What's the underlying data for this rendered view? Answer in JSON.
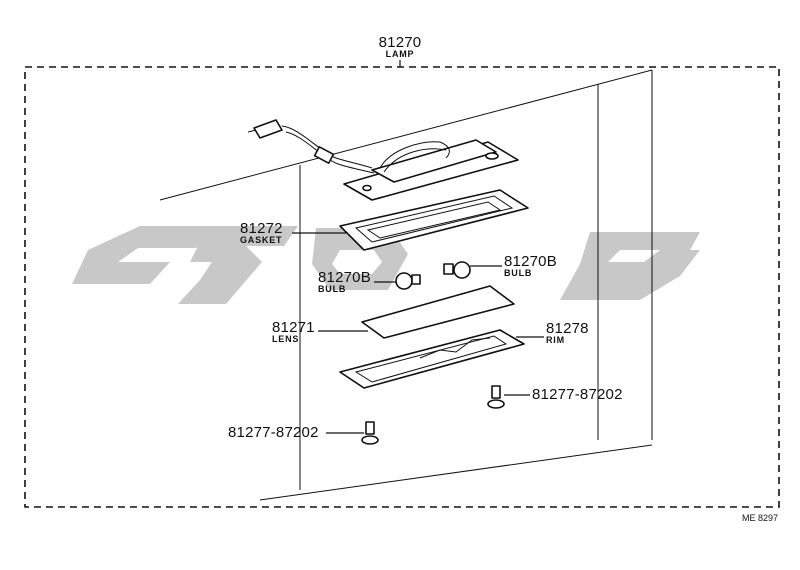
{
  "assembly": {
    "number": "81270",
    "name": "LAMP"
  },
  "callouts": [
    {
      "id": "gasket",
      "number": "81272",
      "name": "GASKET"
    },
    {
      "id": "bulb_left",
      "number": "81270B",
      "name": "BULB"
    },
    {
      "id": "bulb_right",
      "number": "81270B",
      "name": "BULB"
    },
    {
      "id": "lens",
      "number": "81271",
      "name": "LENS"
    },
    {
      "id": "rim",
      "number": "81278",
      "name": "RIM"
    },
    {
      "id": "screw_right",
      "number": "81277-87202",
      "name": ""
    },
    {
      "id": "screw_left",
      "number": "81277-87202",
      "name": ""
    }
  ],
  "reference_code": "ME 8297"
}
